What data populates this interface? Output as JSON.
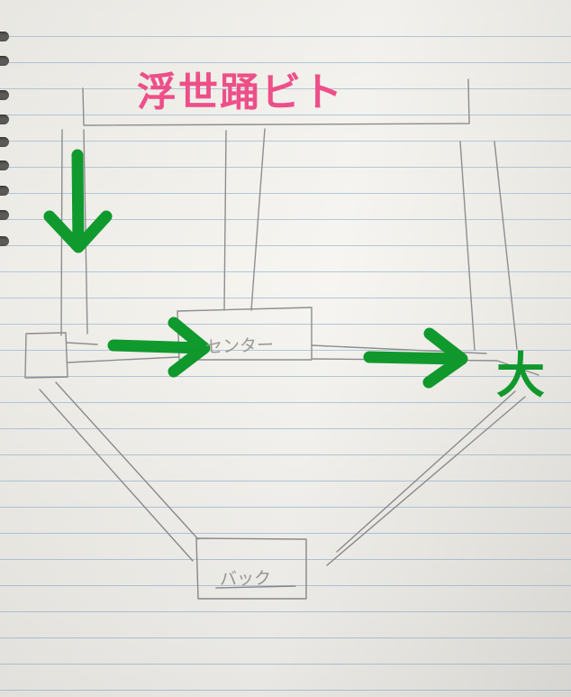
{
  "diagram": {
    "title": "浮世踊ビト",
    "labels": {
      "center": "センター",
      "back": "バック",
      "big": "大"
    },
    "arrow_color": "#109a2d",
    "title_color": "#f0508a"
  }
}
